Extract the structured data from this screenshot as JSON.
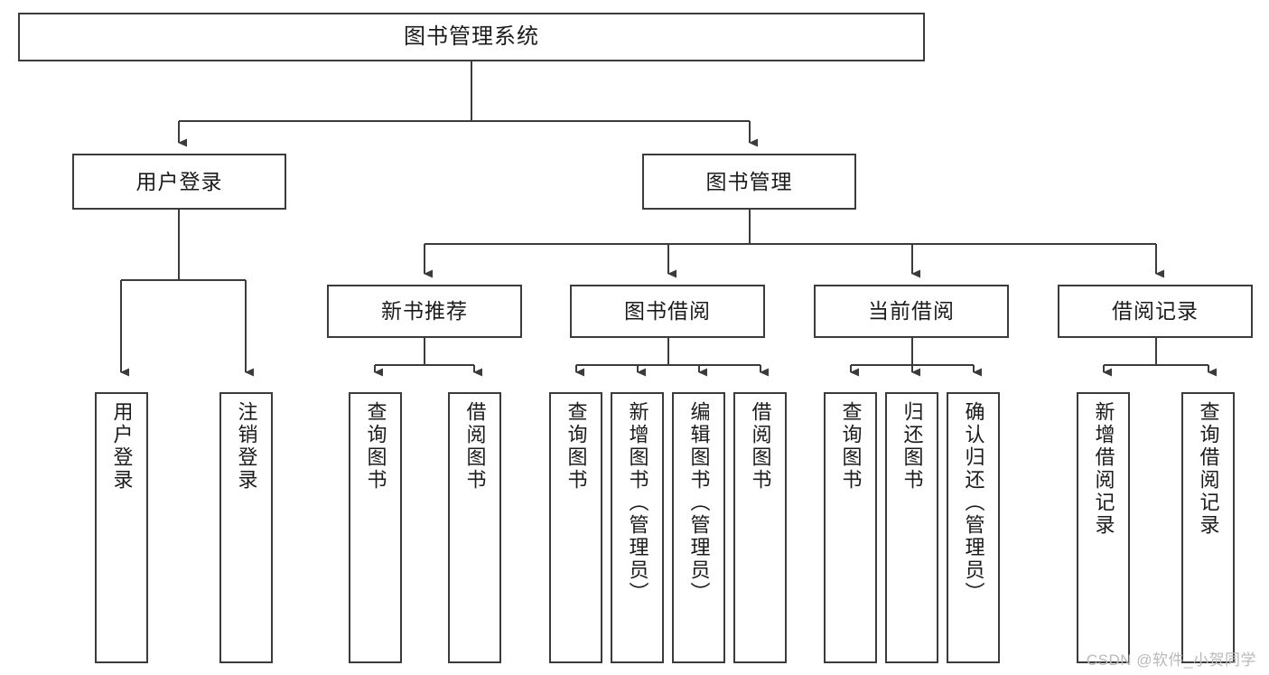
{
  "diagram": {
    "title": "图书管理系统",
    "watermark": "CSDN @软件_小贺同学",
    "line_color": "#3b3b3b",
    "text_color": "#1b1b1b",
    "background": "#ffffff",
    "watermark_color": "#b9b9b9"
  },
  "nodes": {
    "root": {
      "label": "图书管理系统"
    },
    "level2": [
      {
        "label": "用户登录"
      },
      {
        "label": "图书管理"
      }
    ],
    "level3": [
      {
        "label": "新书推荐"
      },
      {
        "label": "图书借阅"
      },
      {
        "label": "当前借阅"
      },
      {
        "label": "借阅记录"
      }
    ],
    "leaves": {
      "user_login": [
        {
          "label": "用户登录"
        },
        {
          "label": "注销登录"
        }
      ],
      "new_book": [
        {
          "label": "查询图书"
        },
        {
          "label": "借阅图书"
        }
      ],
      "book_borrow": [
        {
          "label": "查询图书"
        },
        {
          "label": "新增图书（管理员）"
        },
        {
          "label": "编辑图书（管理员）"
        },
        {
          "label": "借阅图书"
        }
      ],
      "current_borrow": [
        {
          "label": "查询图书"
        },
        {
          "label": "归还图书"
        },
        {
          "label": "确认归还（管理员）"
        }
      ],
      "borrow_record": [
        {
          "label": "新增借阅记录"
        },
        {
          "label": "查询借阅记录"
        }
      ]
    }
  },
  "chart_data": {
    "type": "table",
    "title": "图书管理系统 — 功能结构树",
    "tree": {
      "name": "图书管理系统",
      "children": [
        {
          "name": "用户登录",
          "children": [
            {
              "name": "用户登录"
            },
            {
              "name": "注销登录"
            }
          ]
        },
        {
          "name": "图书管理",
          "children": [
            {
              "name": "新书推荐",
              "children": [
                {
                  "name": "查询图书"
                },
                {
                  "name": "借阅图书"
                }
              ]
            },
            {
              "name": "图书借阅",
              "children": [
                {
                  "name": "查询图书"
                },
                {
                  "name": "新增图书（管理员）"
                },
                {
                  "name": "编辑图书（管理员）"
                },
                {
                  "name": "借阅图书"
                }
              ]
            },
            {
              "name": "当前借阅",
              "children": [
                {
                  "name": "查询图书"
                },
                {
                  "name": "归还图书"
                },
                {
                  "name": "确认归还（管理员）"
                }
              ]
            },
            {
              "name": "借阅记录",
              "children": [
                {
                  "name": "新增借阅记录"
                },
                {
                  "name": "查询借阅记录"
                }
              ]
            }
          ]
        }
      ]
    }
  }
}
